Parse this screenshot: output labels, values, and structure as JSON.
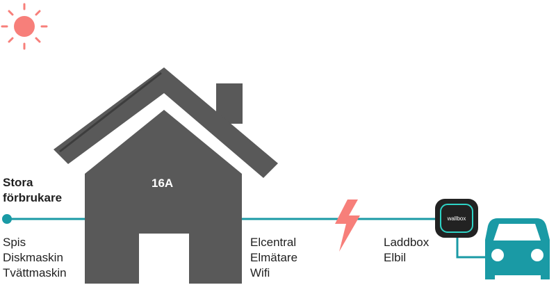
{
  "house": {
    "amperage_label": "16A",
    "body_color": "#595959"
  },
  "left_group": {
    "heading_line1": "Stora",
    "heading_line2": "förbrukare",
    "items": [
      "Spis",
      "Diskmaskin",
      "Tvättmaskin"
    ]
  },
  "middle_group": {
    "items": [
      "Elcentral",
      "Elmätare",
      "Wifi"
    ]
  },
  "right_group": {
    "items": [
      "Laddbox",
      "Elbil"
    ],
    "charger_brand": "wallbox"
  },
  "colors": {
    "line": "#1a9aa5",
    "sun": "#f77f7a",
    "lightning": "#f77f7a",
    "charger": "#222222",
    "charger_accent": "#2ed3c6",
    "car": "#1a9aa5"
  },
  "icons": {
    "sun": "sun-icon",
    "lightning": "lightning-bolt-icon",
    "charger": "wallbox-charger-icon",
    "car": "car-icon"
  }
}
